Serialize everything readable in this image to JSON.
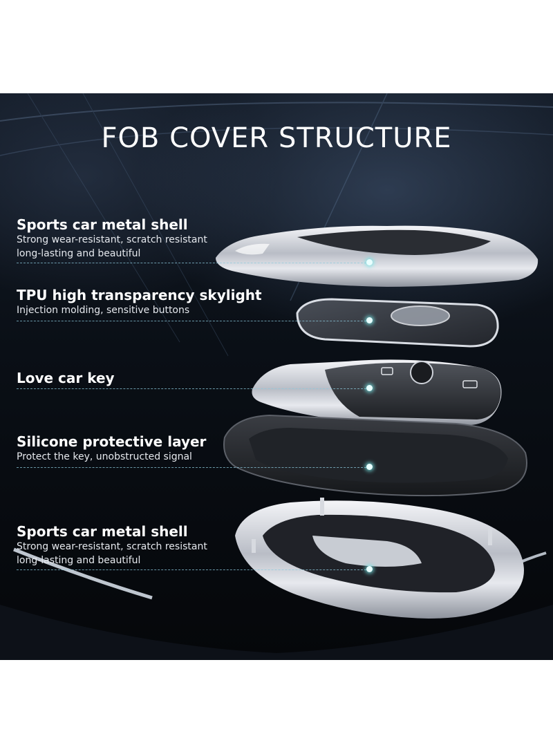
{
  "title": "FOB COVER STRUCTURE",
  "layers": [
    {
      "name": "Sports car metal shell",
      "desc_lines": [
        "Strong wear-resistant, scratch resistant",
        "long-lasting and beautiful"
      ]
    },
    {
      "name": "TPU high transparency skylight",
      "desc_lines": [
        "Injection molding, sensitive buttons"
      ]
    },
    {
      "name": "Love car key",
      "desc_lines": []
    },
    {
      "name": "Silicone protective layer",
      "desc_lines": [
        "Protect the key, unobstructed signal"
      ]
    },
    {
      "name": "Sports car metal shell",
      "desc_lines": [
        "Strong wear-resistant, scratch resistant",
        "long-lasting and beautiful"
      ]
    }
  ],
  "colors": {
    "background": "#0a0f16",
    "text": "#ffffff",
    "callout": "#8cc8dc",
    "chrome": "#c9ccd4"
  }
}
